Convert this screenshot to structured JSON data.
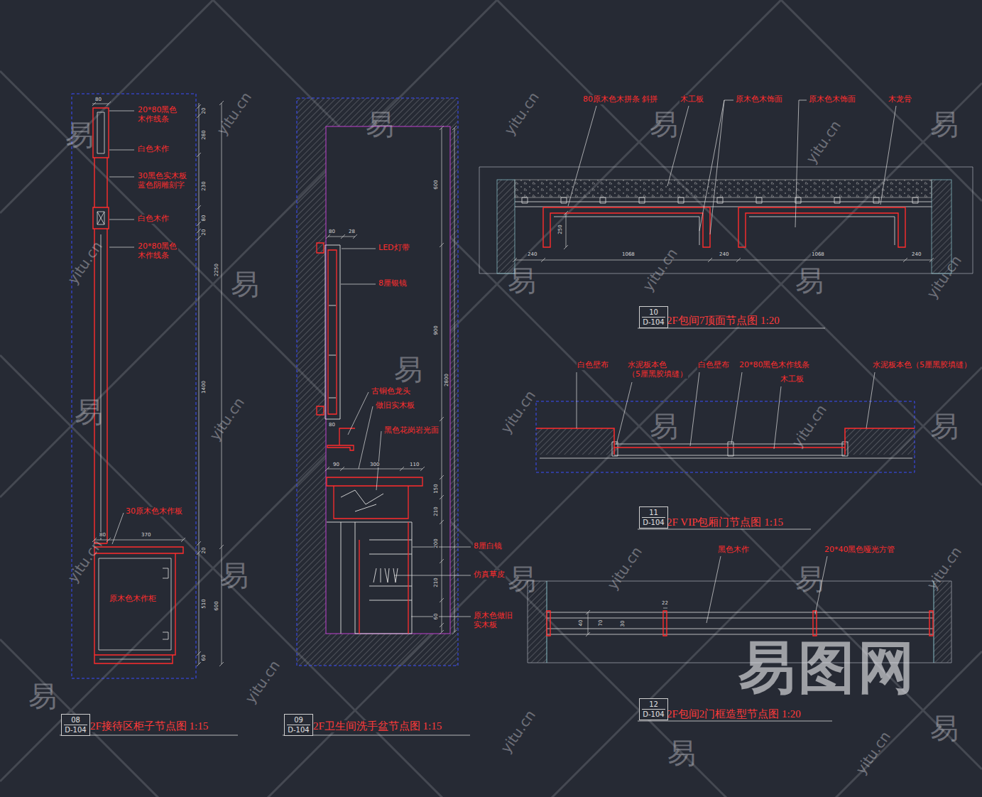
{
  "diagram": {
    "nodes": [
      {
        "text": [
          "08",
          "D-104"
        ]
      },
      {
        "text": [
          "09",
          "D-104"
        ]
      },
      {
        "text": [
          "10",
          "D-104"
        ]
      },
      {
        "text": [
          "11",
          "D-104"
        ]
      },
      {
        "text": [
          "12",
          "D-104"
        ]
      }
    ],
    "labels": [
      "80",
      "20*80黑色 木作线条",
      "白色木作",
      "30黑色实木板 蓝色阴雕刻字",
      "白色木作",
      "20*80黑色 木作线条",
      "30原木色木作板",
      "80",
      "370",
      "原木色木作柜",
      "20",
      "280",
      "230",
      "80",
      "20",
      "1400",
      "20",
      "510",
      "60",
      "2250",
      "600",
      "2F接待区柜子节点图 1:15",
      "80",
      "28",
      "LED灯带",
      "8厘银镜",
      "古铜色龙头",
      "做旧实木板",
      "80",
      "黑色花岗岩光面",
      "90",
      "300",
      "110",
      "600",
      "900",
      "150",
      "210",
      "200",
      "210",
      "60",
      "2800",
      "8厘白镜",
      "仿真草皮",
      "原木色做旧 实木板",
      "2F卫生间洗手盆节点图 1:15",
      "80原木色木拼条 斜拼",
      "木工板",
      "原木色木饰面",
      "原木色木饰面",
      "木龙骨",
      "250",
      "240",
      "1068",
      "240",
      "1068",
      "240",
      "2F包间7顶面节点图 1:20",
      "白色壁布",
      "水泥板本色 （5厘黑胶填缝）",
      "白色壁布",
      "20*80黑色木作线条",
      "木工板",
      "水泥板本色（5厘黑胶填缝）",
      "2F VIP包厢门节点图 1:15",
      "黑色木作",
      "20*40黑色哑光方管",
      "40",
      "70",
      "22",
      "30",
      "2F包间2门框造型节点图 1:20",
      "易",
      "易",
      "易",
      "易",
      "易",
      "易",
      "易",
      "易",
      "易",
      "易",
      "易",
      "易",
      "易",
      "易",
      "易",
      "易",
      "易",
      "yitu.cn",
      "yitu.cn",
      "yitu.cn",
      "yitu.cn",
      "yitu.cn",
      "yitu.cn",
      "yitu.cn",
      "yitu.cn",
      "yitu.cn",
      "yitu.cn",
      "yitu.cn",
      "yitu.cn",
      "yitu.cn",
      "yitu.cn",
      "yitu.cn",
      "易图网"
    ]
  }
}
